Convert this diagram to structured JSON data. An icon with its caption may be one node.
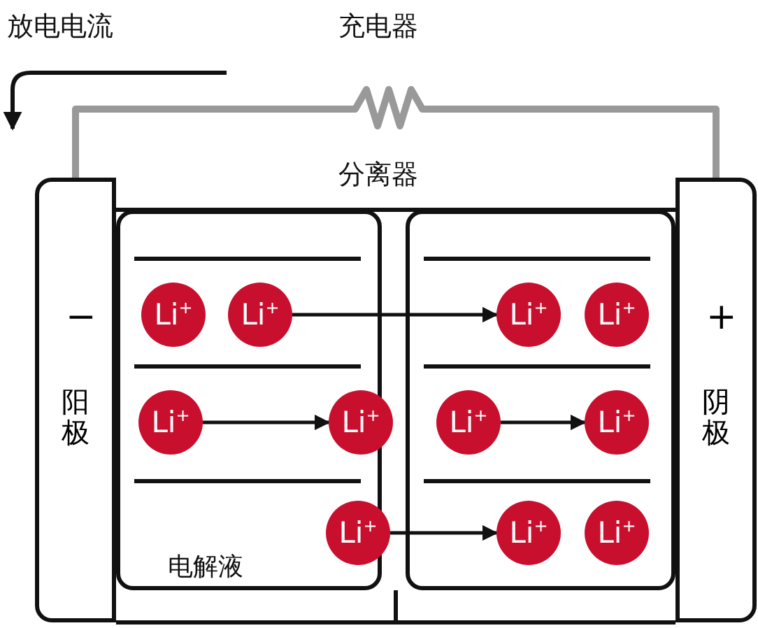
{
  "diagram": {
    "nodes": [
      {
        "text": [
          "−",
          "阳极"
        ]
      },
      {
        "text": [
          "电解液"
        ]
      },
      {
        "text": [],
        "shape": "box"
      },
      {
        "text": [
          "+",
          "阴极"
        ]
      },
      {
        "text": [
          "Li$^{+}$"
        ],
        "in": 1
      },
      {
        "text": [
          "Li$^{+}$"
        ],
        "in": 1
      },
      {
        "text": [
          "Li$^{+}$"
        ],
        "in": 2
      },
      {
        "text": [
          "Li$^{+}$"
        ],
        "in": 2
      },
      {
        "text": [
          "Li$^{+}$"
        ],
        "in": 1
      },
      {
        "text": [
          "Li$^{+}$"
        ]
      },
      {
        "text": [
          "Li$^{+}$"
        ],
        "in": 2
      },
      {
        "text": [
          "Li$^{+}$"
        ],
        "in": 2
      },
      {
        "text": [
          "Li$^{+}$"
        ]
      },
      {
        "text": [
          "Li$^{+}$"
        ],
        "in": 2
      },
      {
        "text": [
          "Li$^{+}$"
        ],
        "in": 2
      }
    ],
    "edges": [
      {
        "from": 0,
        "to": 3,
        "arrow": "none",
        "style": "thick",
        "color": "#999999"
      },
      {
        "from": 5,
        "to": 6,
        "arrow": "to"
      },
      {
        "from": 8,
        "to": 9,
        "arrow": "to"
      },
      {
        "from": 10,
        "to": 11,
        "arrow": "to"
      },
      {
        "from": 12,
        "to": 13,
        "arrow": "to"
      }
    ],
    "labels": [
      "放电电流",
      "充电器",
      "分离器"
    ]
  }
}
